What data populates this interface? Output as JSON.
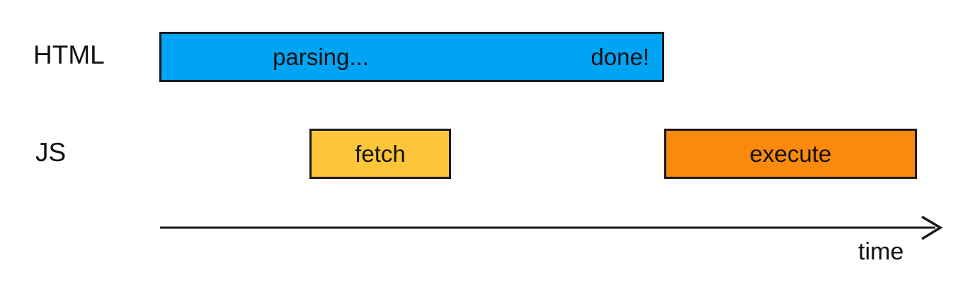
{
  "colors": {
    "background": "#FFFFFF",
    "text": "#111111",
    "stroke": "#1A1A1A",
    "parsing_fill": "#00A4F4",
    "fetch_fill": "#FDC63A",
    "execute_fill": "#FA8A0D"
  },
  "rows": {
    "html": {
      "label": "HTML"
    },
    "js": {
      "label": "JS"
    }
  },
  "bars": {
    "parsing": {
      "start_label": "parsing...",
      "end_label": "done!"
    },
    "fetch": {
      "label": "fetch"
    },
    "execute": {
      "label": "execute"
    }
  },
  "axis": {
    "label": "time"
  }
}
